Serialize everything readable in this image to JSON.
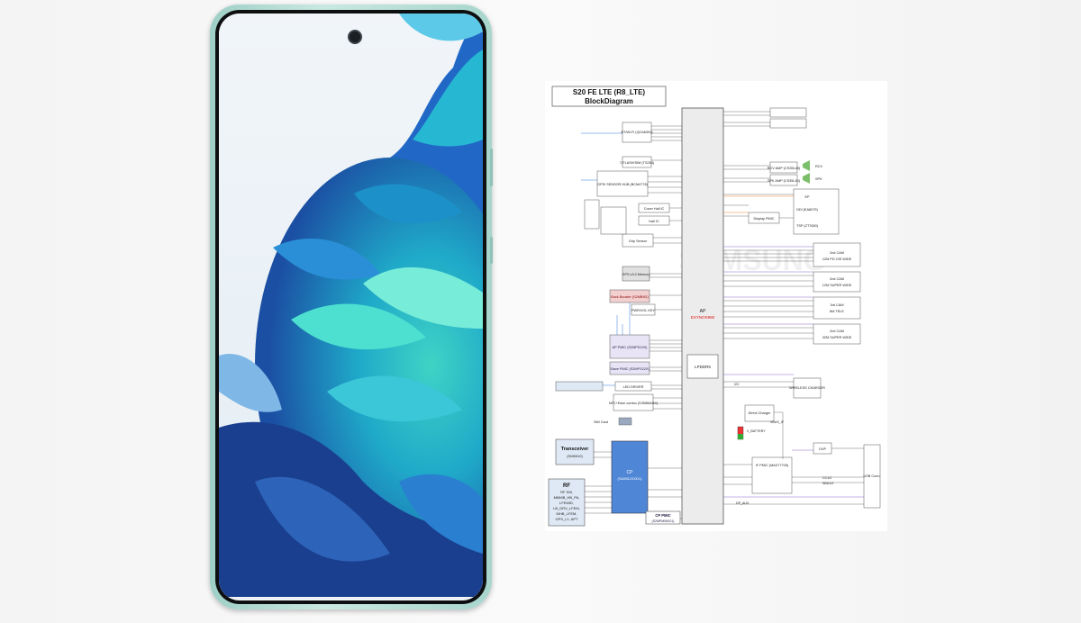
{
  "diagram": {
    "title_line1": "S20 FE LTE (R8_LTE)",
    "title_line2": "BlockDiagram",
    "watermark": "SAMSUNG",
    "ap": {
      "label": "AP",
      "chip": "EXYNOS990",
      "lpddr": "LPDDR5"
    },
    "cp": {
      "label": "CP",
      "chip": "(SA55123XD1)",
      "pmic": "CP PMIC",
      "pmic_chip": "(S2MPM06X01)"
    },
    "transceiver": {
      "label": "Transceiver",
      "chip": "(SM5510)"
    },
    "rf": {
      "label": "RF",
      "lines": [
        "RF SW,",
        "MMMB_HB_PA,",
        "LFEMID,",
        "LB_DRX_LFEM,",
        "MHB_LFEM,",
        "GPS_L1, APT"
      ]
    },
    "left_blocks": [
      "BT/Wi-Fi (QCA6391)",
      "T-FLASH/SIM (TS254)",
      "GPS/ SENSOR HUB (BCM4778)",
      "Cover Hall IC",
      "Hall IC",
      "Grip Sensor",
      "GPS v3.0 Memory",
      "Buck Booster (S2MB9G)",
      "PWR/VOL KEY",
      "AP PMIC (S2MPS19X)",
      "Slave PMIC (S2MPS22X)",
      "LED DRIVER",
      "NFC+Esim combo (S3NB6AHX)",
      "SIM Card"
    ],
    "right_blocks": [
      "RCV AMP (CS35L40)",
      "SPK AMP (CS35L40)",
      "EP",
      "DDI (EA8079)",
      "Display PMIC",
      "TSP (ZT7650)",
      "12M PD OIS WIDE",
      "12M SUPER WIDE",
      "8M TELE",
      "32M SUPER WIDE",
      "WIRELESS CHARGER",
      "Direct Charger",
      "IF PMIC (MAX77705)",
      "OVP",
      "USB Conn."
    ],
    "cams": [
      "2nd CAM",
      "2nd CAM",
      "3rd CAM",
      "2nd CAM"
    ],
    "small_labels": [
      "RCV",
      "SPK",
      "V_BATTERY",
      "VBUS_IF",
      "DP_AUX",
      "I2C",
      "CC1/2",
      "SBU1/2"
    ]
  }
}
